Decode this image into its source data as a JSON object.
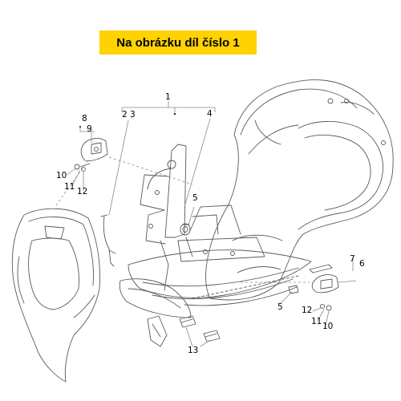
{
  "banner": {
    "text": "Na obrázku díl číslo 1"
  },
  "colors": {
    "banner_bg": "#ffd200",
    "line": "#5a5a5a",
    "faint": "#9a9a9a",
    "callout": "#000000"
  },
  "callouts": {
    "c1": "1",
    "c23": "2 3",
    "c4": "4",
    "c8": "8",
    "c9": "9",
    "c10a": "10",
    "c11a": "11",
    "c12a": "12",
    "c5a": "5",
    "c7": "7",
    "c6": "6",
    "c5b": "5",
    "c12b": "12",
    "c11b": "11",
    "c10b": "10",
    "c13": "13"
  }
}
